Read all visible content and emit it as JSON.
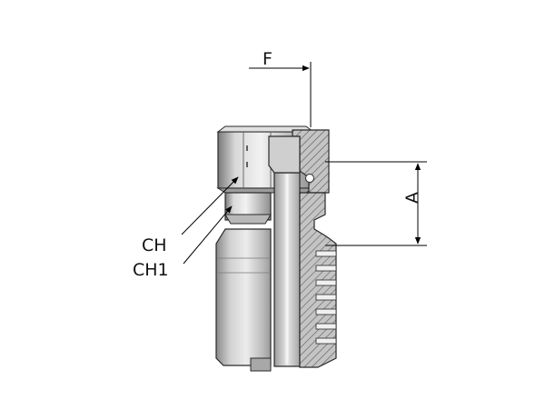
{
  "labels": {
    "f": "F",
    "a": "A",
    "ch": "CH",
    "ch1": "CH1"
  },
  "colors": {
    "outline": "#2a2a2a",
    "metal_light": "#e6e6e6",
    "metal_mid": "#c2c2c2",
    "metal_dark": "#8c8c8c",
    "section_fill": "#b4b4b4",
    "hatch": "#555555",
    "dimension_line": "#000000"
  }
}
